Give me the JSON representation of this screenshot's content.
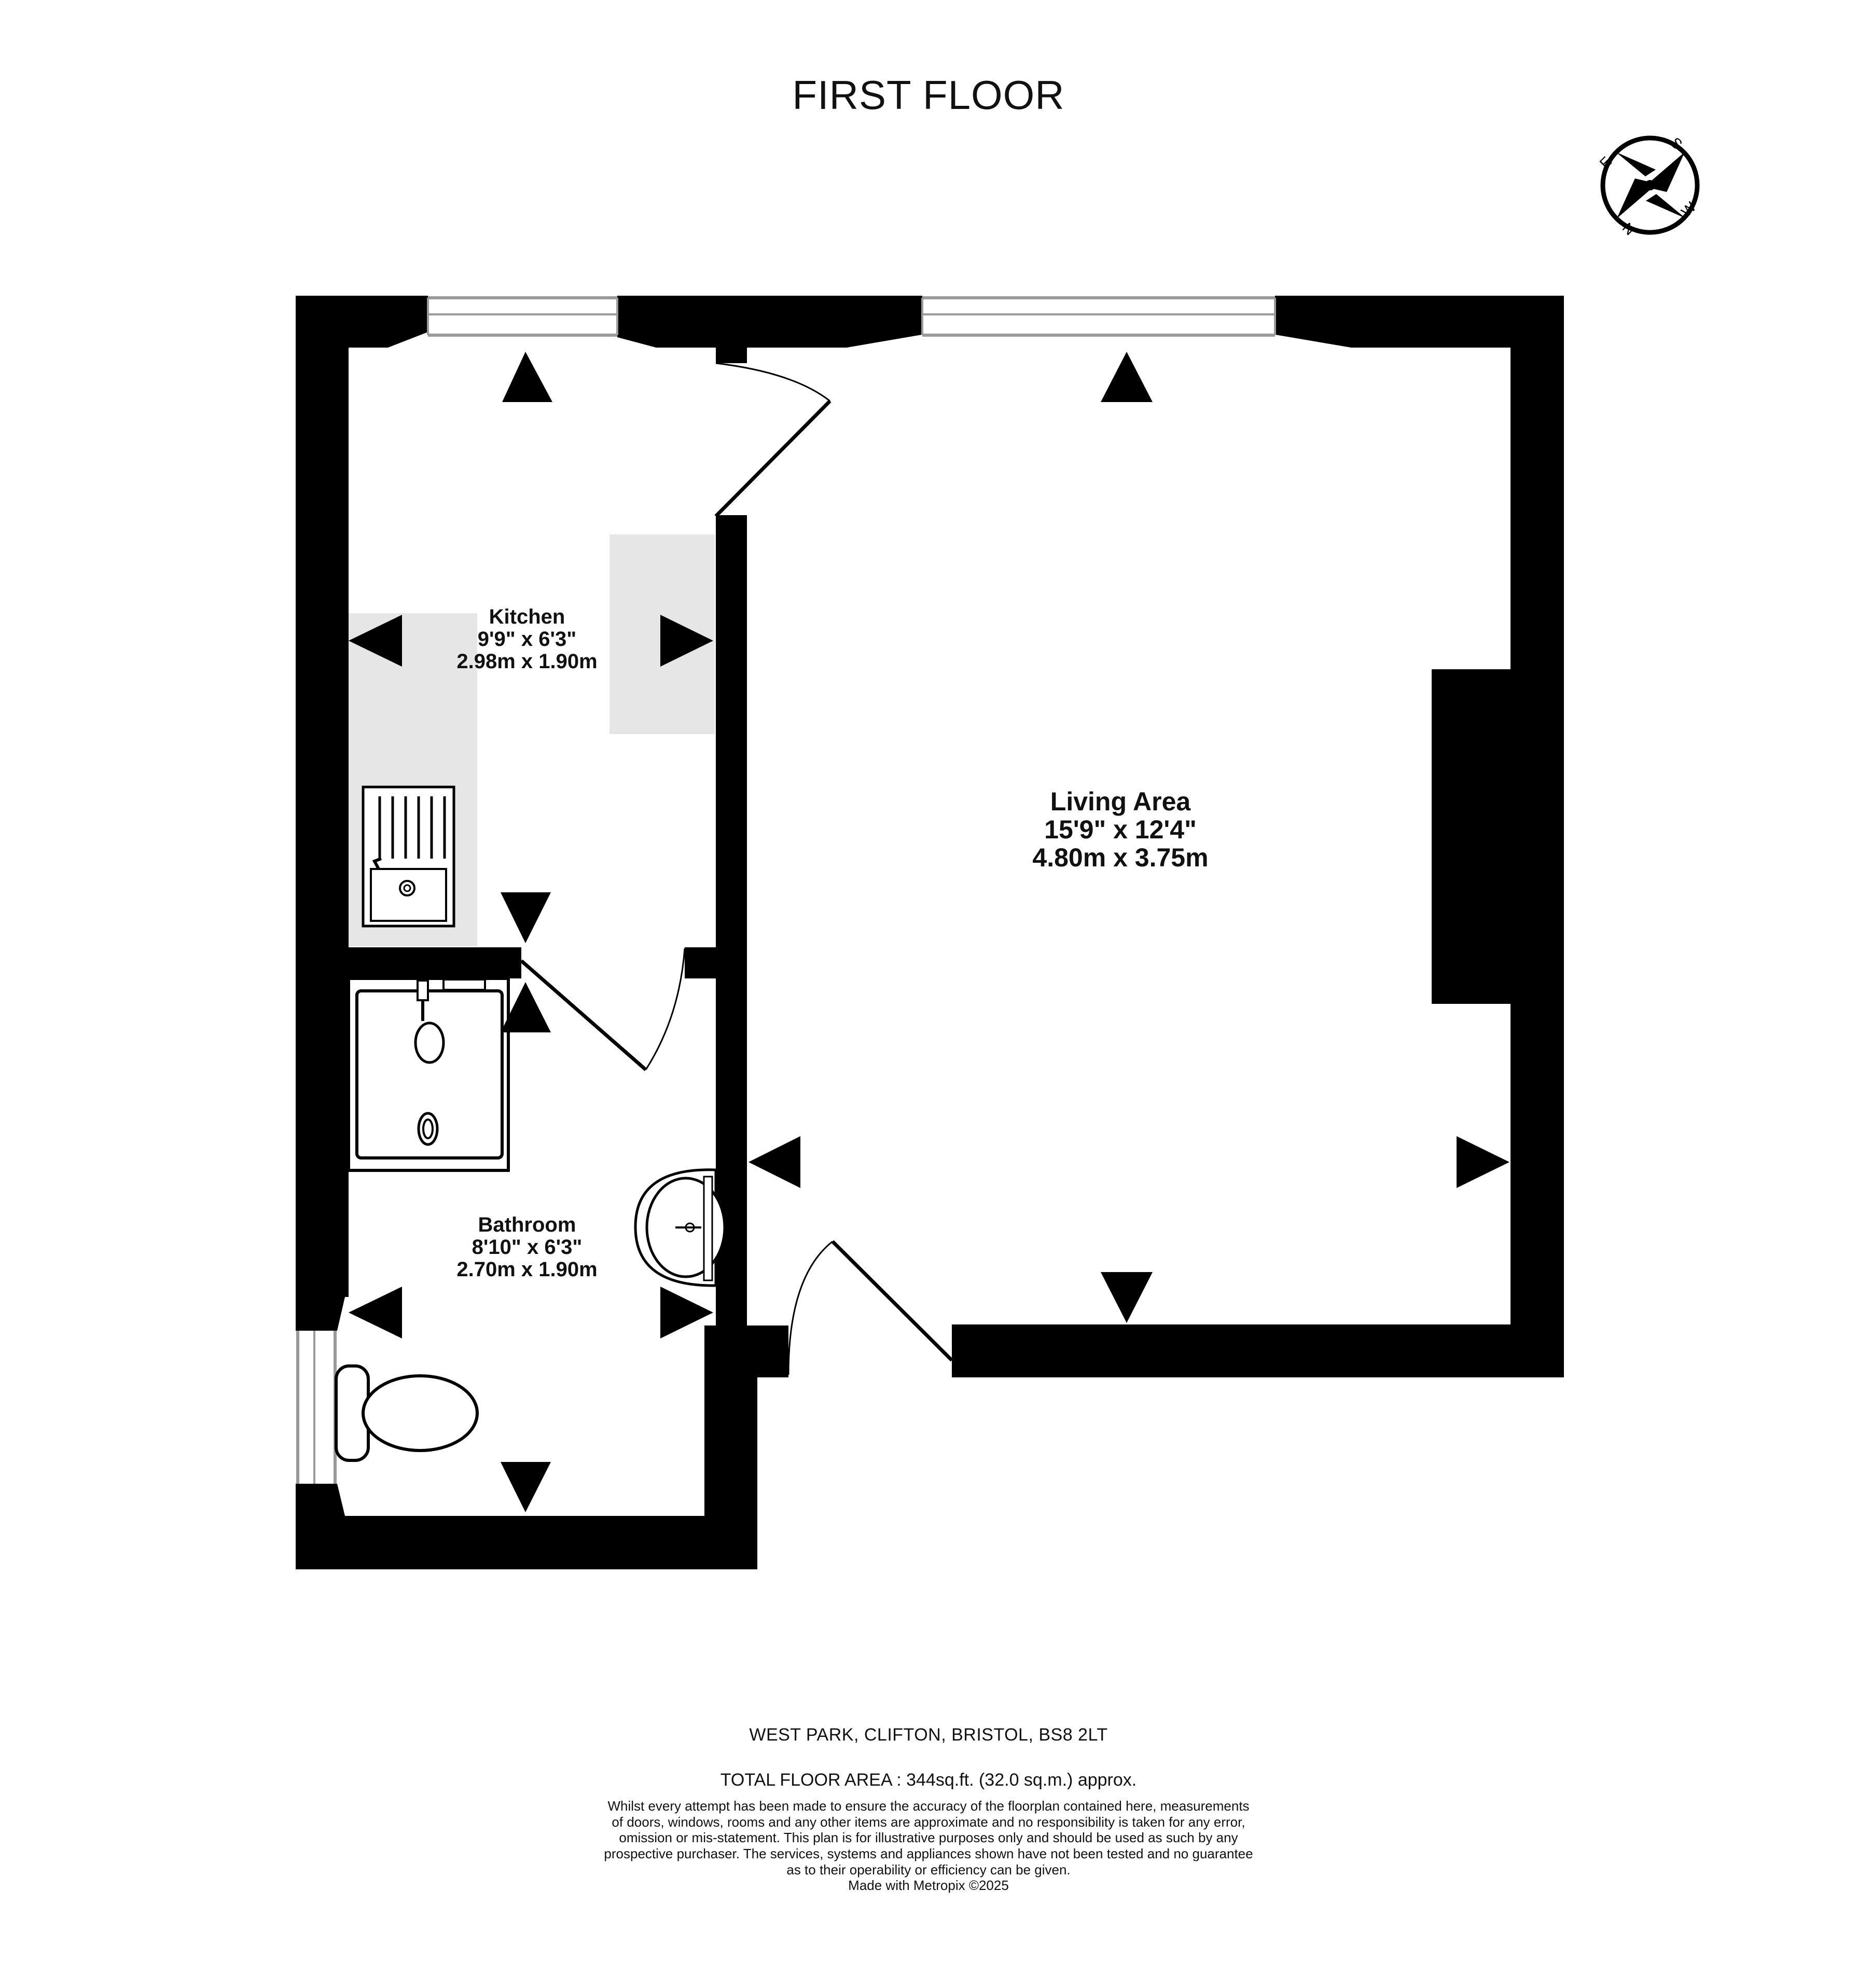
{
  "floor_title": "FIRST FLOOR",
  "compass": {
    "letters": {
      "n": "N",
      "e": "E",
      "s": "S",
      "w": "W"
    }
  },
  "rooms": {
    "kitchen": {
      "name": "Kitchen",
      "imperial": "9'9\"  x 6'3\"",
      "metric": "2.98m  x 1.90m"
    },
    "bathroom": {
      "name": "Bathroom",
      "imperial": "8'10\"  x 6'3\"",
      "metric": "2.70m  x 1.90m"
    },
    "living": {
      "name": "Living Area",
      "imperial": "15'9\"  x 12'4\"",
      "metric": "4.80m  x 3.75m"
    }
  },
  "footer": {
    "address": "WEST PARK, CLIFTON, BRISTOL, BS8 2LT",
    "total_area": "TOTAL FLOOR AREA : 344sq.ft. (32.0 sq.m.) approx.",
    "disclaimer": [
      "Whilst every attempt has been made to ensure the accuracy of the floorplan contained here, measurements",
      "of doors, windows, rooms and any other items are approximate and no responsibility is taken for any error,",
      "omission or mis-statement. This plan is for illustrative purposes only and should be used as such by any",
      "prospective purchaser. The services, systems and appliances shown have not been tested and no guarantee",
      "as to their operability or efficiency can be given."
    ],
    "credit": "Made with Metropix ©2025"
  },
  "colors": {
    "wall": "#000000",
    "fitted_unit": "#e6e6e6",
    "window_frame": "#9a9a9a",
    "background": "#ffffff"
  }
}
